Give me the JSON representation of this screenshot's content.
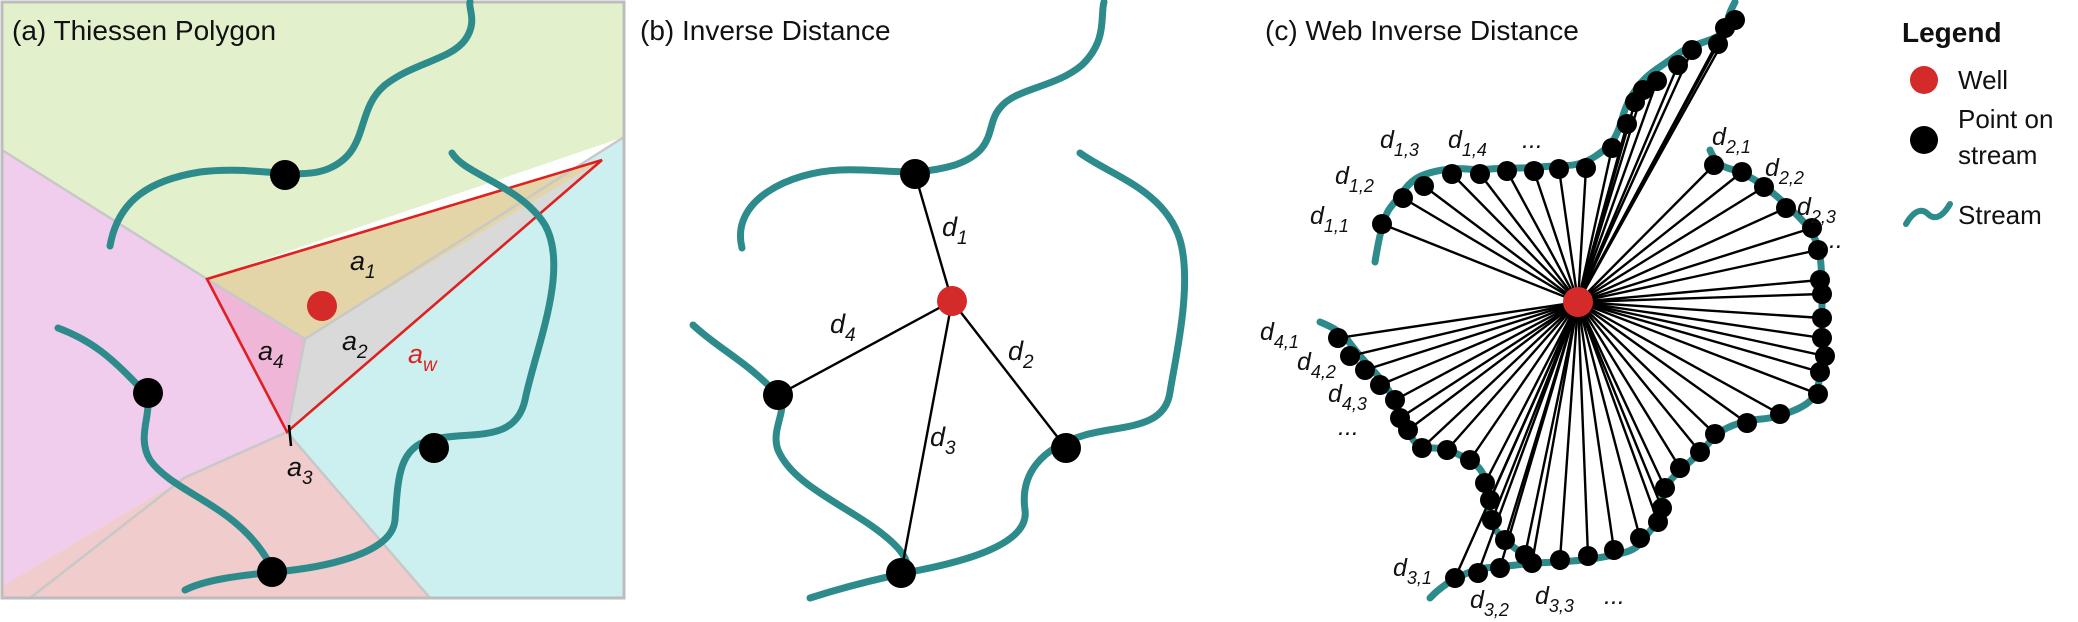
{
  "panels": {
    "a": {
      "title": "(a) Thiessen Polygon",
      "areas": [
        {
          "id": "a1",
          "base": "a",
          "sub": "1"
        },
        {
          "id": "a2",
          "base": "a",
          "sub": "2"
        },
        {
          "id": "a3",
          "base": "a",
          "sub": "3"
        },
        {
          "id": "a4",
          "base": "a",
          "sub": "4"
        },
        {
          "id": "aw",
          "base": "a",
          "sub": "w"
        }
      ],
      "colors": {
        "region1": "#e2f0cc",
        "region2": "#f0cced",
        "region3": "#f0cccc",
        "region4": "#ccf0ef",
        "overlap": "#d9d9d9",
        "triangle_outline": "#e02020"
      }
    },
    "b": {
      "title": "(b) Inverse Distance",
      "distances": [
        {
          "id": "d1",
          "base": "d",
          "sub": "1"
        },
        {
          "id": "d2",
          "base": "d",
          "sub": "2"
        },
        {
          "id": "d3",
          "base": "d",
          "sub": "3"
        },
        {
          "id": "d4",
          "base": "d",
          "sub": "4"
        }
      ]
    },
    "c": {
      "title": "(c) Web Inverse Distance",
      "labels": [
        {
          "id": "d11",
          "base": "d",
          "sub": "1,1"
        },
        {
          "id": "d12",
          "base": "d",
          "sub": "1,2"
        },
        {
          "id": "d13",
          "base": "d",
          "sub": "1,3"
        },
        {
          "id": "d14",
          "base": "d",
          "sub": "1,4"
        },
        {
          "id": "d21",
          "base": "d",
          "sub": "2,1"
        },
        {
          "id": "d22",
          "base": "d",
          "sub": "2,2"
        },
        {
          "id": "d23",
          "base": "d",
          "sub": "2,3"
        },
        {
          "id": "d31",
          "base": "d",
          "sub": "3,1"
        },
        {
          "id": "d32",
          "base": "d",
          "sub": "3,2"
        },
        {
          "id": "d33",
          "base": "d",
          "sub": "3,3"
        },
        {
          "id": "d41",
          "base": "d",
          "sub": "4,1"
        },
        {
          "id": "d42",
          "base": "d",
          "sub": "4,2"
        },
        {
          "id": "d43",
          "base": "d",
          "sub": "4,3"
        }
      ],
      "ellipsis": "..."
    }
  },
  "legend": {
    "title": "Legend",
    "items": [
      {
        "id": "well",
        "label": "Well",
        "color": "#d42a2a"
      },
      {
        "id": "point",
        "label_line1": "Point on",
        "label_line2": "stream",
        "color": "#000000"
      },
      {
        "id": "stream",
        "label": "Stream",
        "color": "#2e8b8b"
      }
    ]
  }
}
